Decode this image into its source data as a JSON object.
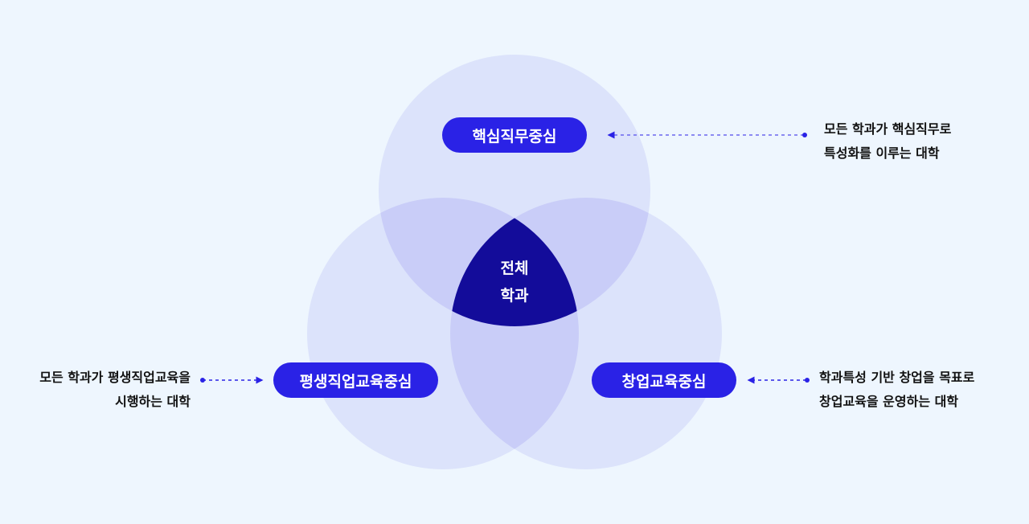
{
  "colors": {
    "background": "#eef6fe",
    "circle": "#dce3fb",
    "overlap": "#c9cdf8",
    "center": "#130c9a",
    "pill": "#2a22e6",
    "arrow": "#2a22e6"
  },
  "center": {
    "line1": "전체",
    "line2": "학과"
  },
  "top": {
    "label": "핵심직무중심",
    "desc_line1": "모든 학과가 핵심직무로",
    "desc_line2": "특성화를 이루는 대학"
  },
  "left": {
    "label": "평생직업교육중심",
    "desc_line1": "모든 학과가 평생직업교육을",
    "desc_line2": "시행하는 대학"
  },
  "right": {
    "label": "창업교육중심",
    "desc_line1": "학과특성 기반 창업을 목표로",
    "desc_line2": "창업교육을 운영하는 대학"
  }
}
